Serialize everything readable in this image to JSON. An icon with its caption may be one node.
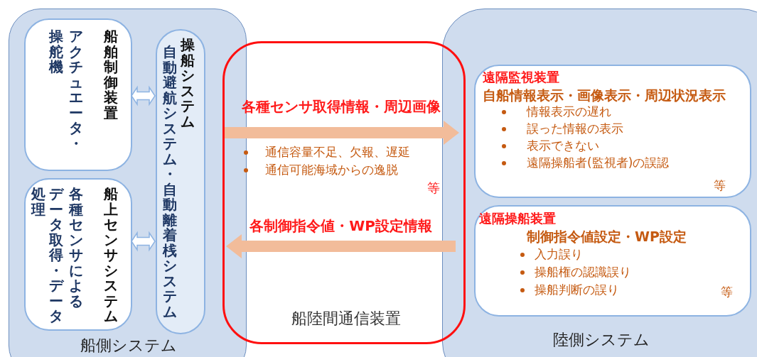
{
  "diagram": {
    "nodes": [
      {
        "text": [
          "船側システム"
        ]
      },
      {
        "text": [
          "操舵機",
          "アクチュエータ・",
          "船舶制御装置"
        ],
        "in": 0
      },
      {
        "text": [
          "処理",
          "データ取得・データ",
          "各種センサによる",
          "船上センサシステム"
        ],
        "in": 0
      },
      {
        "text": [
          "自動避航システム・自動離着桟システム",
          "操船システム"
        ],
        "in": 0
      },
      {
        "text": [
          "陸側システム"
        ]
      },
      {
        "text": [
          "遠隔監視装置",
          "自船情報表示・画像表示・周辺状況表示",
          "情報表示の遅れ",
          "誤った情報の表示",
          "表示できない",
          "遠隔操船者(監視者)の誤認",
          "等"
        ],
        "in": 4
      },
      {
        "text": [
          "遠隔操船装置",
          "制御指令値設定・WP設定",
          "入力誤り",
          "操船権の認識誤り",
          "操船判断の誤り",
          "等"
        ],
        "in": 4
      },
      {
        "text": [
          "通信容量不足、欠報、遅延",
          "通信可能海域からの逸脱",
          "等",
          "船陸間通信装置"
        ]
      }
    ],
    "edges": [
      {
        "from": 1,
        "to": 3,
        "arrow": "both",
        "color": "#8db3e2"
      },
      {
        "from": 2,
        "to": 3,
        "arrow": "both",
        "color": "#8db3e2"
      },
      {
        "from": 0,
        "to": 4,
        "arrow": "to",
        "label": "各種センサ取得情報・周辺画像",
        "style": "thick",
        "color": "#f2bc9a"
      },
      {
        "from": 4,
        "to": 0,
        "arrow": "to",
        "label": "各制御指令値・WP設定情報",
        "style": "thick",
        "color": "#f2bc9a"
      }
    ]
  }
}
